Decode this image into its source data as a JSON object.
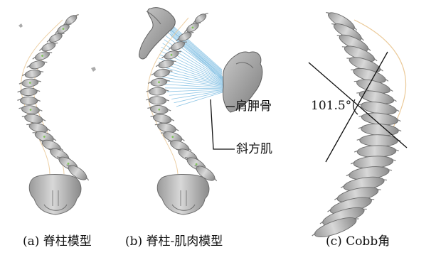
{
  "panels": [
    {
      "caption": "(a) 脊柱模型"
    },
    {
      "caption": "(b) 脊柱-肌肉模型",
      "labels": {
        "scapula": "肩胛骨",
        "trapezius": "斜方肌"
      }
    },
    {
      "caption": "(c) Cobb角",
      "angle_label": "101.5°"
    }
  ],
  "colors": {
    "bone": "#b4b4b4",
    "bone_shadow": "#7d7d7d",
    "muscle_fibers": "#8fc6e6",
    "ligament": "#e9c48e",
    "marker_green": "#7fc35a"
  }
}
